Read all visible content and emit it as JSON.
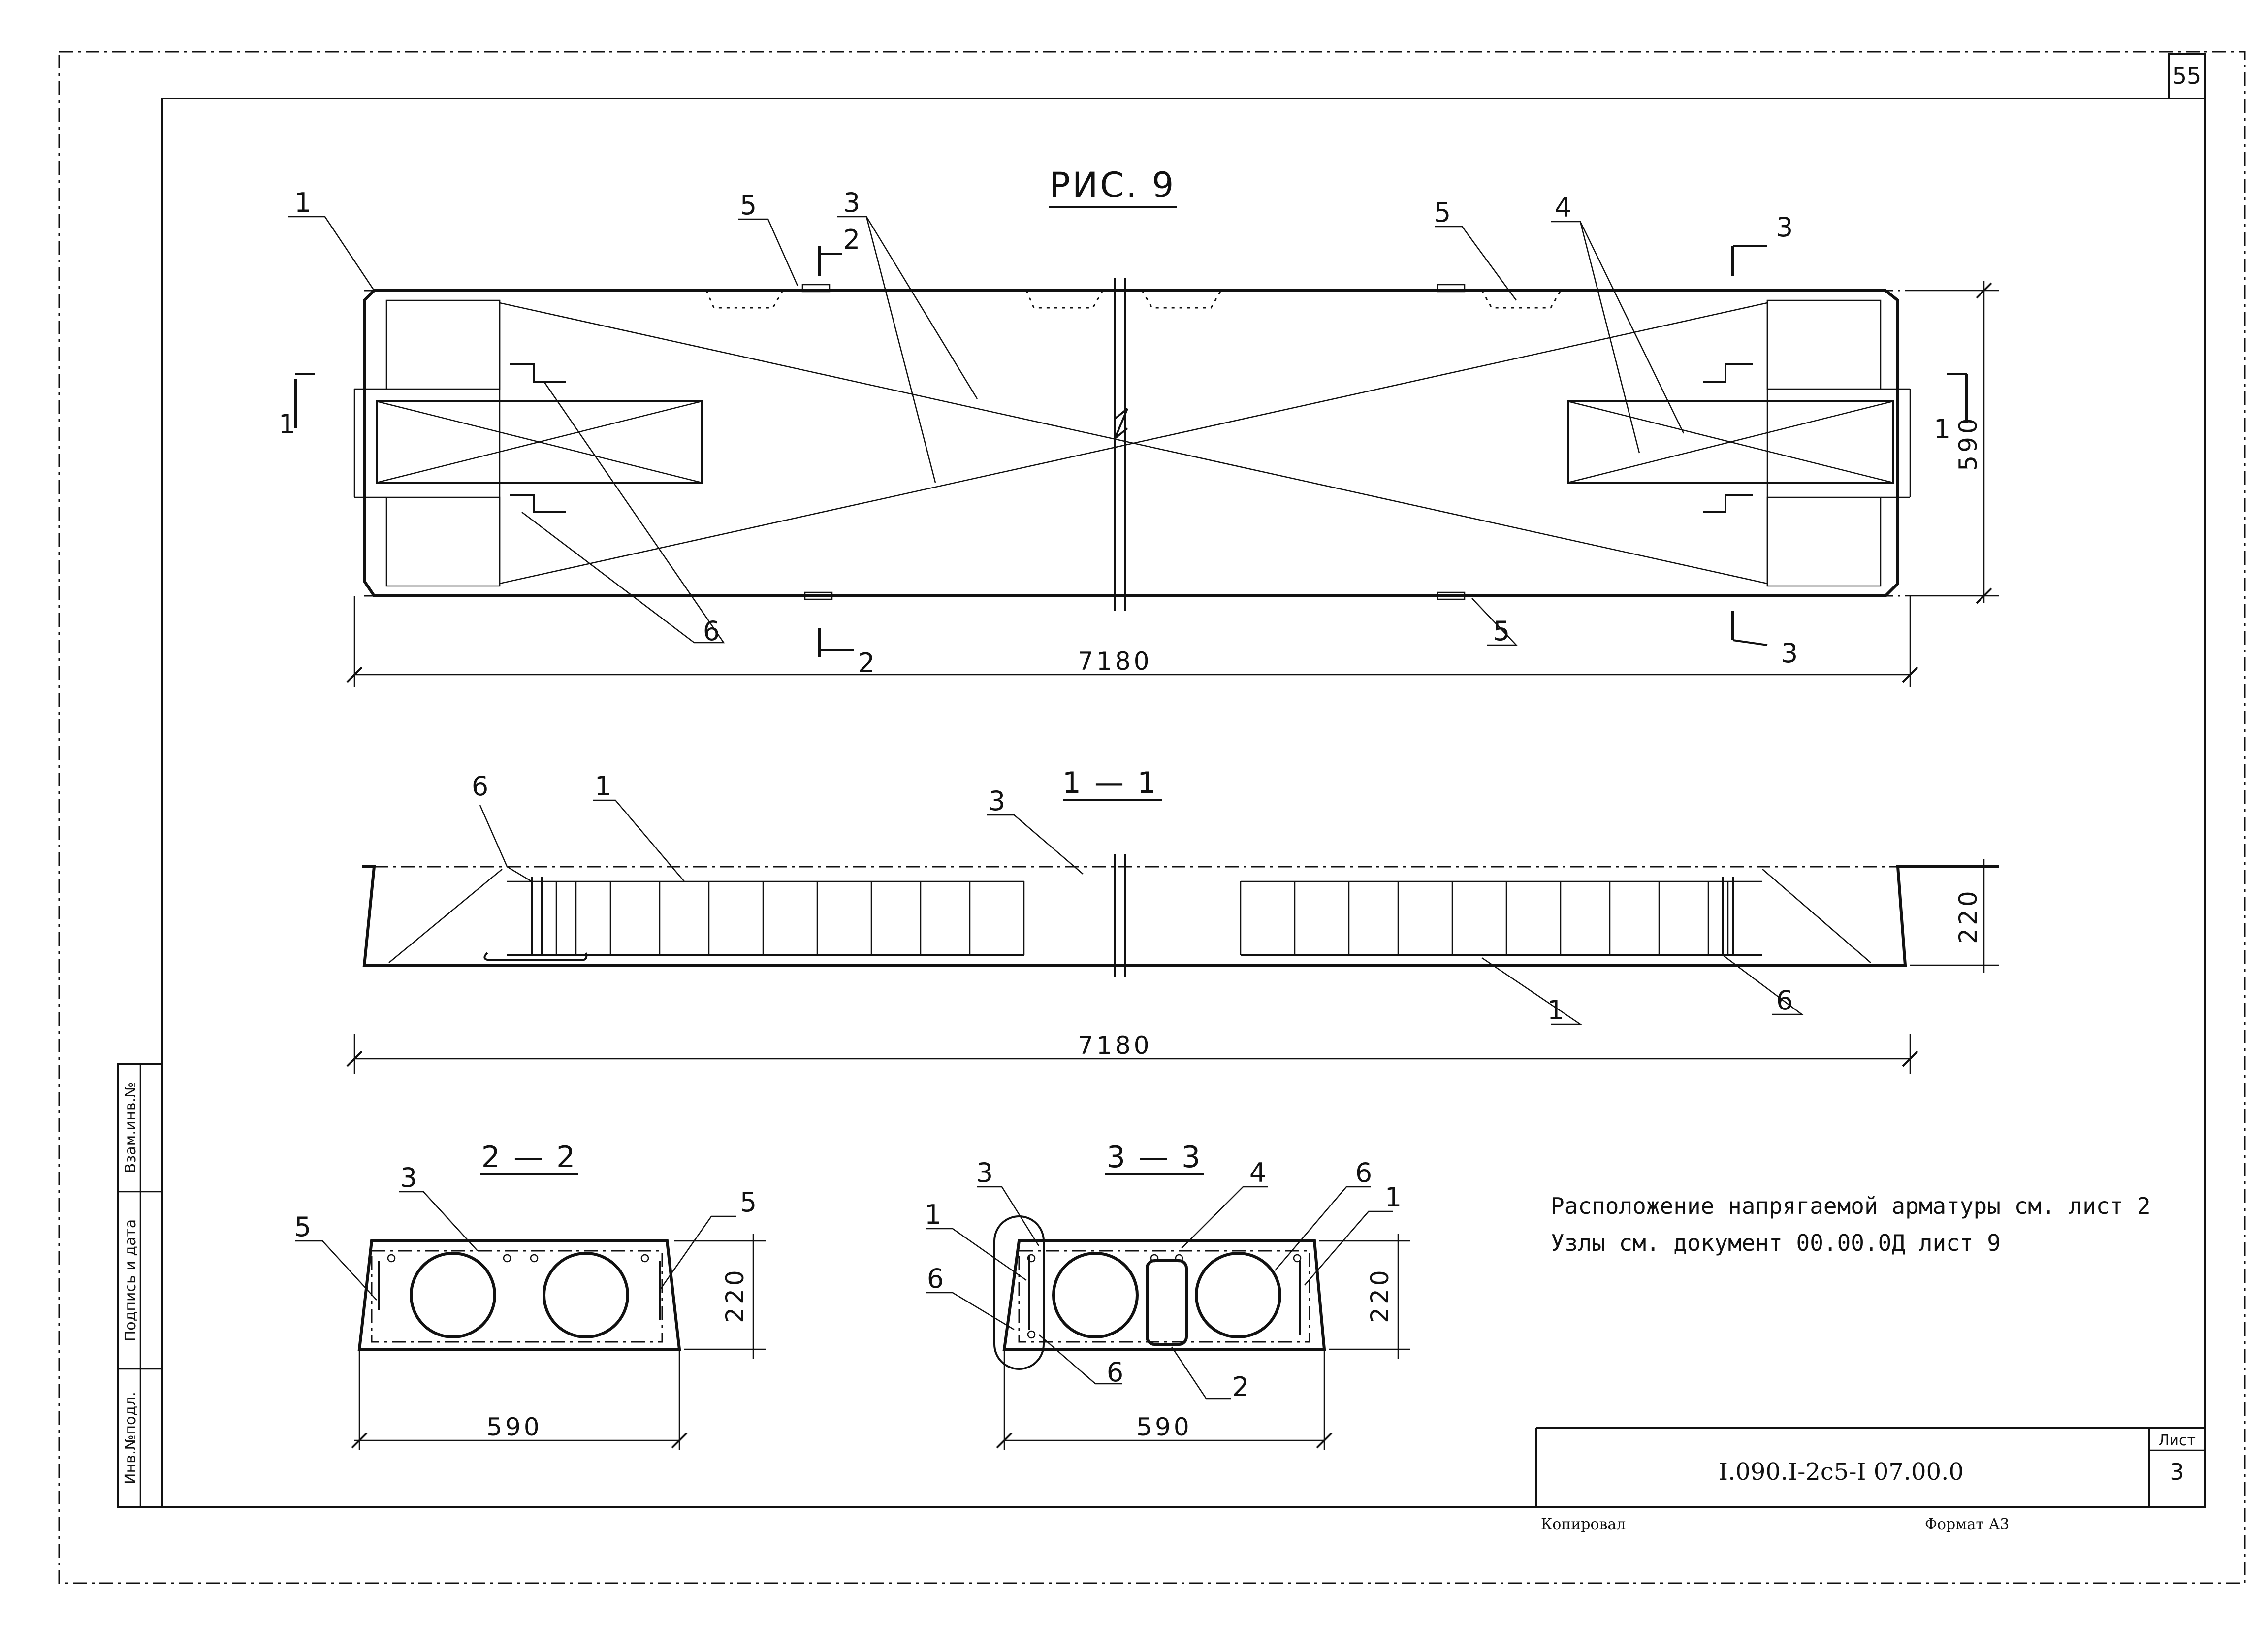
{
  "page_number": "55",
  "figure_title": "РИС. 9",
  "plan": {
    "dim_length": "7180",
    "dim_width": "590",
    "callouts": [
      "1",
      "3",
      "5",
      "4",
      "5",
      "6",
      "5"
    ],
    "section_marks": [
      "1",
      "1",
      "2",
      "2",
      "3",
      "3"
    ]
  },
  "section_1_1": {
    "title": "1 — 1",
    "dim_length": "7180",
    "dim_height": "220",
    "callouts": [
      "6",
      "1",
      "3",
      "1",
      "6"
    ]
  },
  "section_2_2": {
    "title": "2 — 2",
    "dim_width": "590",
    "dim_height": "220",
    "callouts": [
      "3",
      "5",
      "5"
    ]
  },
  "section_3_3": {
    "title": "3 — 3",
    "dim_width": "590",
    "dim_height": "220",
    "callouts": [
      "3",
      "4",
      "6",
      "1",
      "1",
      "6",
      "6",
      "2"
    ]
  },
  "notes": [
    "Расположение напрягаемой арматуры см. лист 2",
    "Узлы см. документ 00.00.0Д лист 9"
  ],
  "title_block": {
    "designation": "I.090.I-2с5-I  07.00.0",
    "sheet_label": "Лист",
    "sheet_number": "3"
  },
  "footer": {
    "copied_label": "Копировал",
    "format_label": "Формат А3"
  },
  "side_stamp": [
    "Инв.№подл.",
    "Подпись и дата",
    "Взам.инв.№"
  ]
}
